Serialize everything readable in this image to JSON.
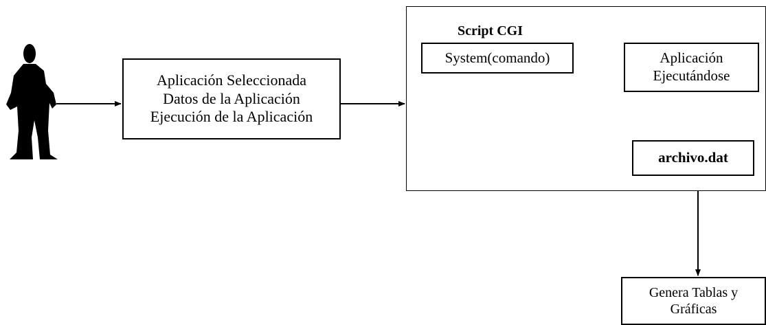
{
  "diagram": {
    "app_box": {
      "lines": [
        "Aplicación Seleccionada",
        "Datos de la Aplicación",
        "Ejecución de la Aplicación"
      ]
    },
    "cgi": {
      "title": "Script CGI",
      "system_label": "System(comando)",
      "running_lines": [
        "Aplicación",
        "Ejecutándose"
      ],
      "dat_label": "archivo.dat"
    },
    "output_lines": [
      "Genera Tablas y",
      "Gráficas"
    ],
    "icons": {
      "user": "person-silhouette-icon"
    },
    "colors": {
      "stroke": "#000000",
      "fill": "#ffffff"
    }
  }
}
